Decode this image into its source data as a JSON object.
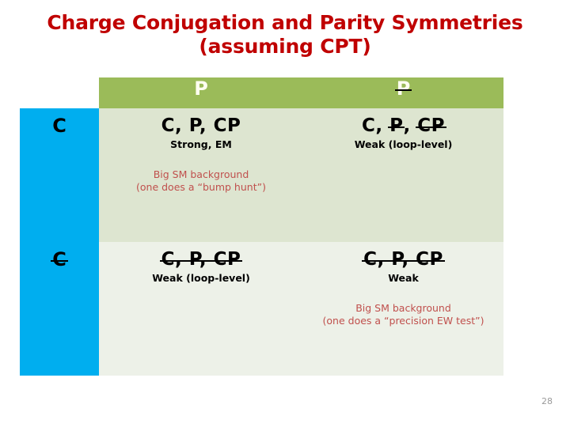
{
  "slide": {
    "title_line_1": "Charge Conjugation and Parity Symmetries",
    "title_line_2": "(assuming CPT)",
    "page_number": "28",
    "colors": {
      "title": "#C00000",
      "header_green": "#9BBB59",
      "label_blue": "#00AEEF",
      "row_1_bg": "#DDE5D0",
      "row_2_bg": "#EDF1E8",
      "note_red": "#C0504D"
    }
  },
  "table": {
    "corner_label": "",
    "column_headers": [
      {
        "label": "P",
        "struck": false
      },
      {
        "label": "P",
        "struck": true
      }
    ],
    "rows": [
      {
        "row_label": "C",
        "row_label_struck": false,
        "cells": [
          {
            "main_parts": [
              {
                "text": "C, P, CP",
                "struck": false
              }
            ],
            "subtitle": "Strong, EM",
            "note_line_1": "Big SM background",
            "note_line_2": "(one does a “bump hunt”)"
          },
          {
            "main_parts": [
              {
                "text": "C, ",
                "struck": false
              },
              {
                "text": "P",
                "struck": true
              },
              {
                "text": ", ",
                "struck": false
              },
              {
                "text": "CP",
                "struck": true
              }
            ],
            "subtitle": "Weak (loop-level)",
            "note_line_1": "",
            "note_line_2": ""
          }
        ]
      },
      {
        "row_label": "C",
        "row_label_struck": true,
        "cells": [
          {
            "main_parts": [
              {
                "text": "C, P, CP",
                "struck": true
              }
            ],
            "subtitle": "Weak (loop-level)",
            "note_line_1": "",
            "note_line_2": ""
          },
          {
            "main_parts": [
              {
                "text": "C, P, CP",
                "struck": true
              }
            ],
            "subtitle": "Weak",
            "note_line_1": "Big SM background",
            "note_line_2": "(one does a “precision EW  test”)"
          }
        ]
      }
    ]
  }
}
